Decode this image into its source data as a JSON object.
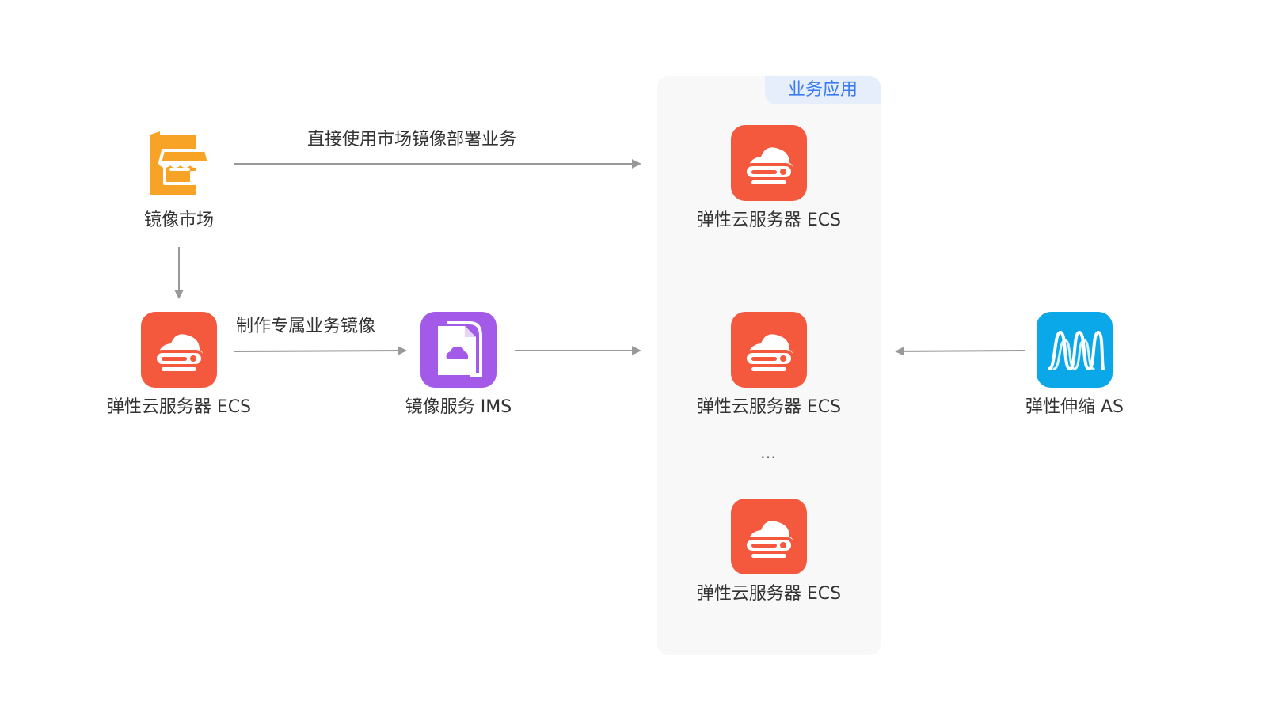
{
  "group": {
    "title": "业务应用",
    "ellipsis": "…"
  },
  "nodes": {
    "marketplace": {
      "label": "镜像市场",
      "icon": "storefront-icon"
    },
    "ecs_source": {
      "label": "弹性云服务器 ECS",
      "icon": "cloud-server-icon"
    },
    "ims": {
      "label": "镜像服务 IMS",
      "icon": "cloud-image-icon"
    },
    "ecs_top": {
      "label": "弹性云服务器 ECS",
      "icon": "cloud-server-icon"
    },
    "ecs_middle": {
      "label": "弹性云服务器 ECS",
      "icon": "cloud-server-icon"
    },
    "ecs_bottom": {
      "label": "弹性云服务器 ECS",
      "icon": "cloud-server-icon"
    },
    "as": {
      "label": "弹性伸缩 AS",
      "icon": "auto-scaling-icon"
    }
  },
  "edges": {
    "deploy_direct": "直接使用市场镜像部署业务",
    "make_image": "制作专属业务镜像"
  },
  "colors": {
    "ecs": "#f5593d",
    "ims": "#a35ae8",
    "as": "#0aa7e9",
    "marketplace": "#f7a326",
    "arrow": "#999999",
    "panel": "#f8f8f8",
    "tag_bg": "#e6eefc",
    "tag_text": "#3a7cf0"
  }
}
